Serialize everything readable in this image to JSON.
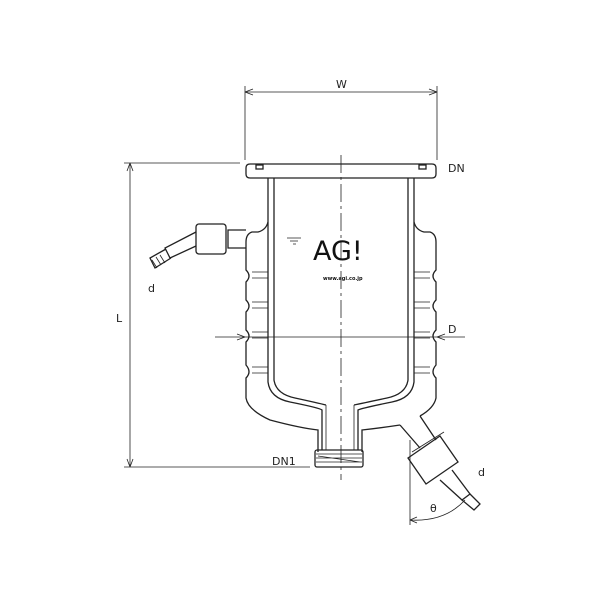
{
  "labels": {
    "width": "W",
    "flange": "DN",
    "length": "L",
    "diameter": "D",
    "bottom_outlet": "DN1",
    "hose_left": "d",
    "hose_right": "d",
    "angle": "θ"
  },
  "logo": {
    "text": "AG!",
    "url": "www.agi.co.jp"
  }
}
